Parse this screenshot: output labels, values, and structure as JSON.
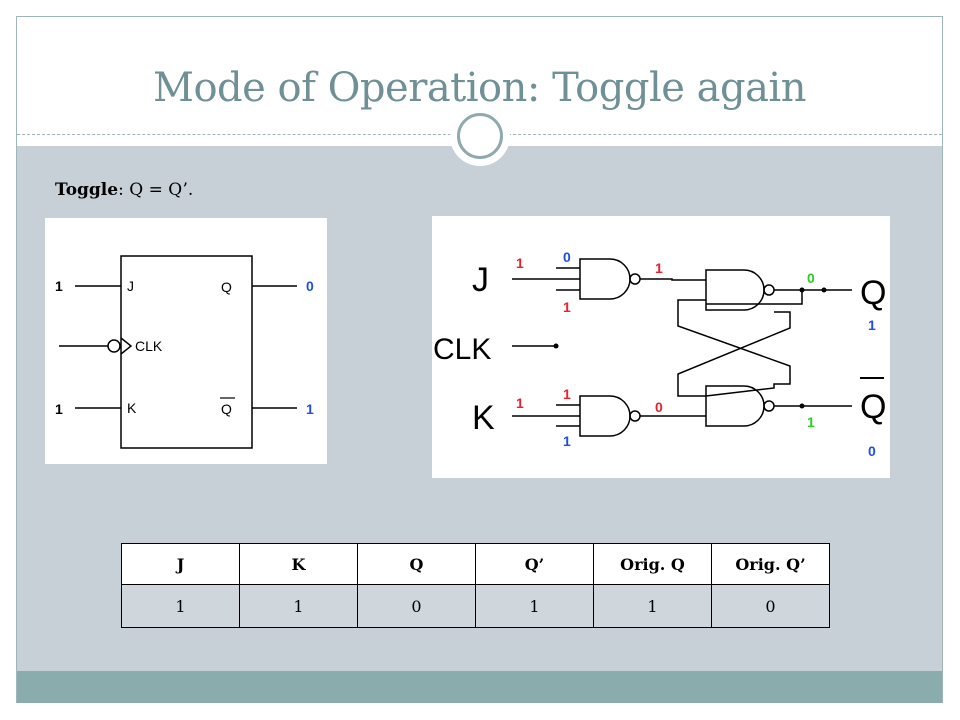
{
  "slide": {
    "title": "Mode of Operation: Toggle again",
    "toggle_label": "Toggle",
    "toggle_rest": ": Q = Q’."
  },
  "ff_symbol": {
    "pin_j": "J",
    "pin_clk": "CLK",
    "pin_k": "K",
    "pin_q": "Q",
    "pin_qbar": "Q",
    "in_j": "1",
    "in_k": "1",
    "out_q": "0",
    "out_qbar": "1"
  },
  "gate_diagram": {
    "label_j": "J",
    "label_clk": "CLK",
    "label_k": "K",
    "label_q": "Q",
    "label_qbar": "Q",
    "top_nand_in_j": "1",
    "top_nand_in_fb": "0",
    "top_nand_in_clk": "1",
    "top_nand_out": "1",
    "q_wire": "0",
    "q_value": "1",
    "bot_nand_in_k": "1",
    "bot_nand_in_clk": "1",
    "bot_nand_in_fb": "1",
    "bot_nand_out": "0",
    "qbar_wire": "1",
    "qbar_value": "0"
  },
  "colors": {
    "red": "#e8212a",
    "blue": "#1f4fe0",
    "green": "#2fcb26"
  },
  "table": {
    "headers": [
      "J",
      "K",
      "Q",
      "Q’",
      "Orig. Q",
      "Orig. Q’"
    ],
    "rows": [
      [
        "1",
        "1",
        "0",
        "1",
        "1",
        "0"
      ]
    ]
  }
}
